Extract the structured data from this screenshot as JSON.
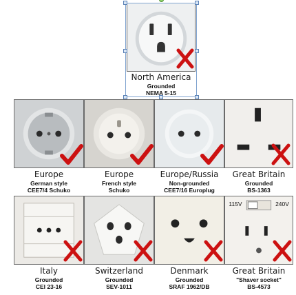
{
  "tiles": [
    {
      "region": "North America",
      "lines": [
        "Grounded",
        "NEMA 5-15"
      ],
      "verdict": "not-compatible",
      "mark_icon": "x-mark-icon",
      "socket_icon": "nema-5-15-outlet-icon"
    },
    {
      "region": "Europe",
      "lines": [
        "German style",
        "CEE7/4 Schuko"
      ],
      "verdict": "compatible",
      "mark_icon": "check-mark-icon",
      "socket_icon": "schuko-outlet-icon"
    },
    {
      "region": "Europe",
      "lines": [
        "French style",
        "Schuko"
      ],
      "verdict": "compatible",
      "mark_icon": "check-mark-icon",
      "socket_icon": "french-outlet-icon"
    },
    {
      "region": "Europe/Russia",
      "lines": [
        "Non-grounded",
        "CEE7/16 Europlug"
      ],
      "verdict": "compatible",
      "mark_icon": "check-mark-icon",
      "socket_icon": "europlug-outlet-icon"
    },
    {
      "region": "Great Britain",
      "lines": [
        "Grounded",
        "BS-1363"
      ],
      "verdict": "not-compatible",
      "mark_icon": "x-mark-icon",
      "socket_icon": "bs-1363-outlet-icon"
    },
    {
      "region": "Italy",
      "lines": [
        "Grounded",
        "CEI 23-16"
      ],
      "verdict": "not-compatible",
      "mark_icon": "x-mark-icon",
      "socket_icon": "italian-outlet-icon"
    },
    {
      "region": "Switzerland",
      "lines": [
        "Grounded",
        "SEV-1011"
      ],
      "verdict": "not-compatible",
      "mark_icon": "x-mark-icon",
      "socket_icon": "swiss-outlet-icon"
    },
    {
      "region": "Denmark",
      "lines": [
        "Grounded",
        "SRAF 1962/DB"
      ],
      "verdict": "not-compatible",
      "mark_icon": "x-mark-icon",
      "socket_icon": "danish-outlet-icon"
    },
    {
      "region": "Great Britain",
      "lines": [
        "\"Shaver socket\"",
        "BS-4573"
      ],
      "verdict": "not-compatible",
      "mark_icon": "x-mark-icon",
      "socket_icon": "shaver-socket-icon",
      "switch_labels": [
        "115V",
        "240V"
      ]
    }
  ],
  "colors": {
    "check": "#cc1111",
    "x": "#cc1111",
    "selection": "#7fa3cf"
  }
}
